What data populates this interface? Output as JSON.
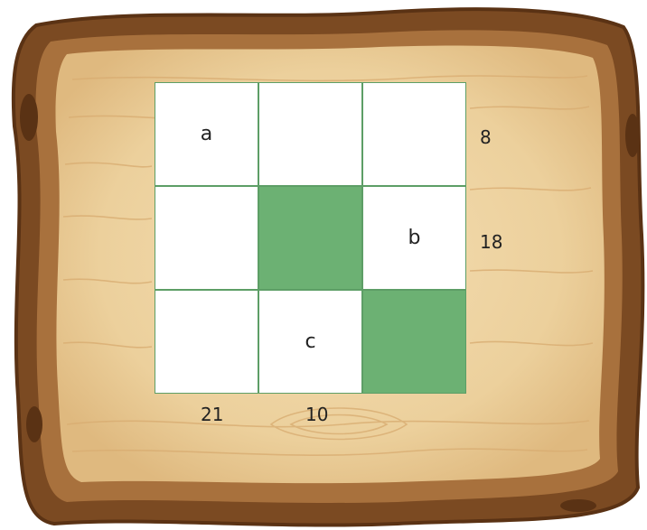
{
  "grid": {
    "rows": 3,
    "cols": 3,
    "cells": [
      {
        "label": "a",
        "shaded": false
      },
      {
        "label": "",
        "shaded": false
      },
      {
        "label": "",
        "shaded": false
      },
      {
        "label": "",
        "shaded": false
      },
      {
        "label": "",
        "shaded": true
      },
      {
        "label": "b",
        "shaded": false
      },
      {
        "label": "",
        "shaded": false
      },
      {
        "label": "c",
        "shaded": false
      },
      {
        "label": "",
        "shaded": true
      }
    ]
  },
  "row_clues": [
    "8",
    "18",
    ""
  ],
  "col_clues": [
    "21",
    "10",
    ""
  ],
  "colors": {
    "shaded_cell": "#6cb173",
    "grid_line": "#5d9e66",
    "wood_light": "#f1d8ab",
    "wood_dark": "#7a4a23"
  }
}
